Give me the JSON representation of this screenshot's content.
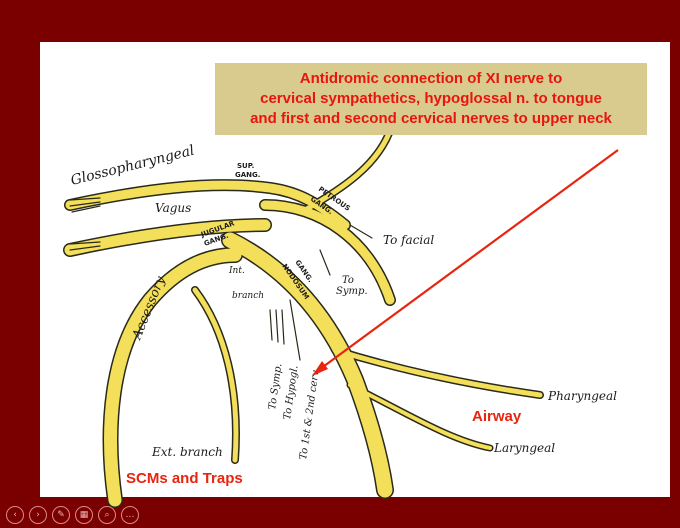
{
  "callout": {
    "line1": "Antidromic connection of XI nerve to",
    "line2": "cervical sympathetics, hypoglossal n. to tongue",
    "line3": "and first and second cervical nerves to upper neck"
  },
  "highlights": {
    "airway": "Airway",
    "scms": "SCMs and Traps"
  },
  "diagram_labels": {
    "glossopharyngeal": "Glossopharyngeal",
    "sup_gang_1": "SUP.",
    "sup_gang_2": "GANG.",
    "vagus": "Vagus",
    "petrous_1": "PETROUS",
    "petrous_2": "GANG.",
    "to_facial": "To facial",
    "jugular_1": "JUGULAR",
    "jugular_2": "GANG.",
    "int": "Int.",
    "branch": "branch",
    "gang_nodosum_1": "GANG.",
    "gang_nodosum_2": "NODOSUM",
    "to_symp_1": "To",
    "to_symp_2": "Symp.",
    "accessory": "Accessory",
    "to_symp_vertical": "To Symp.",
    "to_hypogl": "To Hypogl.",
    "to_cervical": "To 1st & 2nd cerv.",
    "pharyngeal": "Pharyngeal",
    "laryngeal": "Laryngeal",
    "ext_branch": "Ext. branch"
  },
  "controls": [
    {
      "icon": "previous-icon",
      "glyph": "‹"
    },
    {
      "icon": "next-icon",
      "glyph": "›"
    },
    {
      "icon": "pen-icon",
      "glyph": "✎"
    },
    {
      "icon": "slides-icon",
      "glyph": "▦"
    },
    {
      "icon": "zoom-icon",
      "glyph": "⌕"
    },
    {
      "icon": "more-icon",
      "glyph": "…"
    }
  ],
  "colors": {
    "background": "#7a0000",
    "nerve": "#f3df5a",
    "callout_bg": "#d9cb8e",
    "highlight_text": "#e8150f",
    "arrow": "#e8250f"
  }
}
